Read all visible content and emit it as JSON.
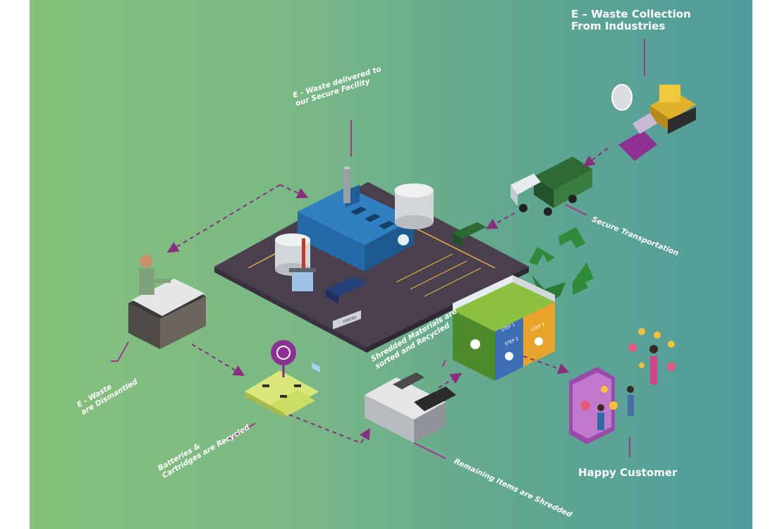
{
  "labels": {
    "collection_l1": "E – Waste Collection",
    "collection_l2": "From Industries",
    "delivered_l1": "E - Waste delivered to",
    "delivered_l2": "our Secure Facility",
    "transport": "Secure Transportation",
    "sorted_l1": "Shredded Materials are",
    "sorted_l2": "sorted and Recycled",
    "happy": "Happy Customer",
    "shredded": "Remaining Items are Shredded",
    "dismantled_l1": "E - Waste",
    "dismantled_l2": "are Dismantled",
    "batteries_l1": "Batteries &",
    "batteries_l2": "Cartridges are Recycled",
    "sign": "CENTER",
    "bins": [
      "STEP 1",
      "STEP 2",
      "STEP 3"
    ]
  },
  "colors": {
    "connector": "#a9318f",
    "arrow": "#8a2d7e",
    "platform": "#4a3f4f",
    "building": "#2f7fc1",
    "truck_green": "#2f6a34",
    "recycle": "#2f8a3a"
  }
}
